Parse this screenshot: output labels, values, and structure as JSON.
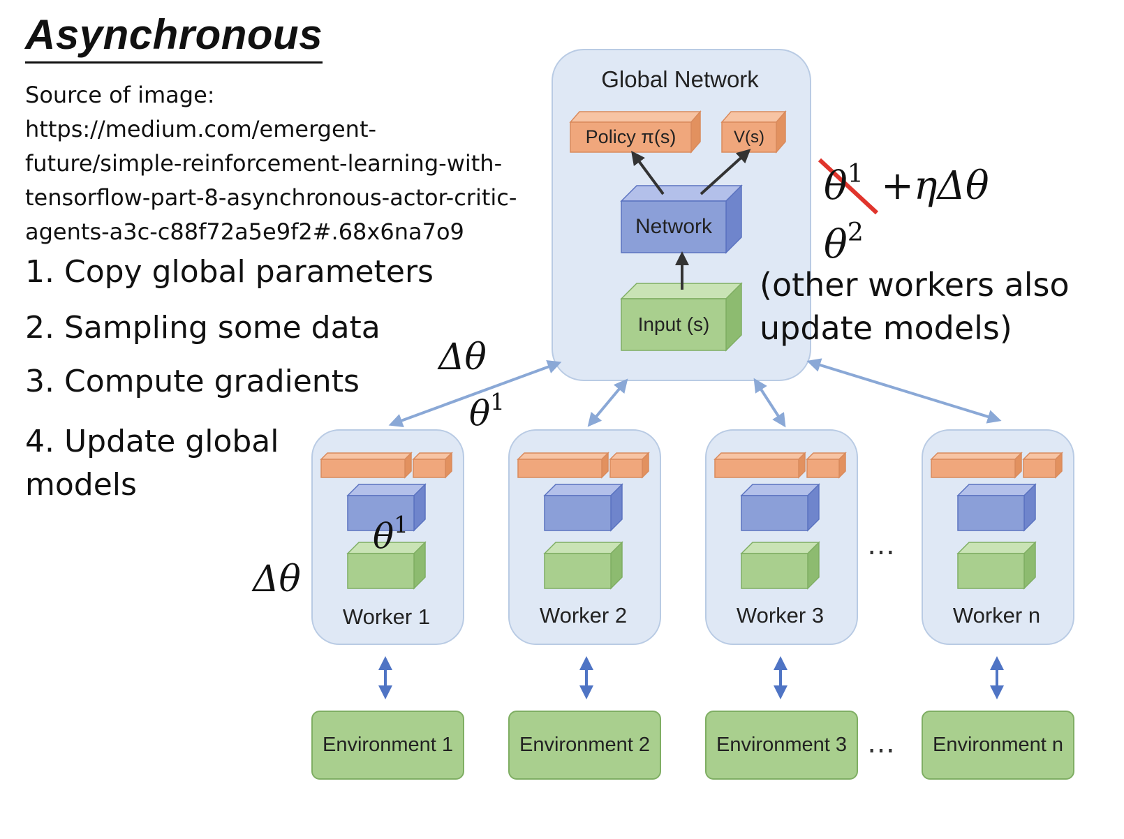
{
  "title": "Asynchronous",
  "source": {
    "lines": [
      "Source of image:",
      "https://medium.com/emergent-",
      "future/simple-reinforcement-learning-with-",
      "tensorflow-part-8-asynchronous-actor-critic-",
      "agents-a3c-c88f72a5e9f2#.68x6na7o9"
    ]
  },
  "steps": [
    "1. Copy global parameters",
    "2. Sampling some data",
    "3. Compute gradients",
    "4. Update global",
    "models"
  ],
  "global": {
    "title": "Global Network",
    "policy": "Policy π(s)",
    "value": "V(s)",
    "network": "Network",
    "input": "Input (s)"
  },
  "workers": [
    {
      "label": "Worker 1",
      "env": "Environment 1"
    },
    {
      "label": "Worker 2",
      "env": "Environment 2"
    },
    {
      "label": "Worker 3",
      "env": "Environment 3"
    },
    {
      "label": "Worker n",
      "env": "Environment n"
    }
  ],
  "ellipsis": "…",
  "annotations": {
    "delta_theta": "Δθ",
    "theta": "θ",
    "sup1": "1",
    "sup2": "2",
    "update_expr": "+ηΔθ",
    "note_line1": "(other workers also",
    "note_line2": "update models)"
  },
  "colors": {
    "panel": "#dfe8f5",
    "policy": "#f0a77c",
    "network": "#8b9fd8",
    "input": "#a9cf8e",
    "arrow": "#8aa8d6",
    "strike": "#e0342c"
  }
}
